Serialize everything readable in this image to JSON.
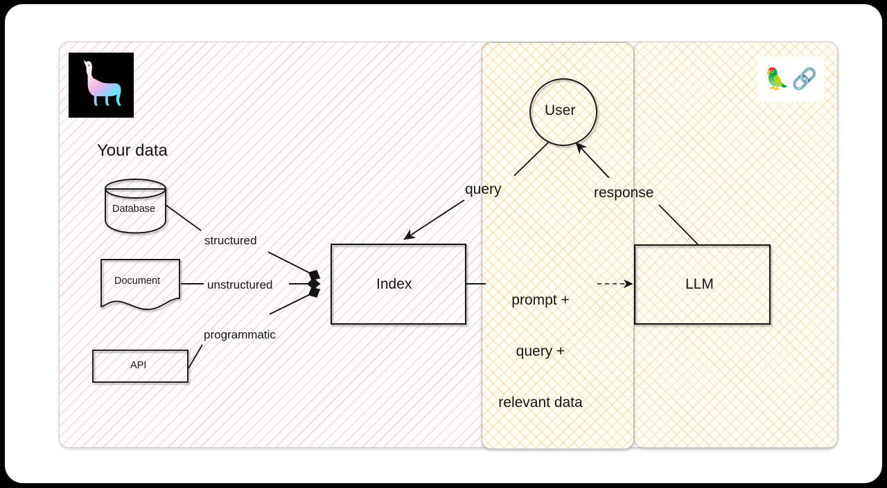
{
  "diagram": {
    "title_label": "Your data",
    "panels": [
      {
        "name": "left",
        "framework": "LlamaIndex",
        "logo_icon": "llama-logo-icon",
        "hatch_color": "#ebafaf",
        "bg": "#fefcfc"
      },
      {
        "name": "middle",
        "framework": "",
        "logo_icon": "",
        "hatch_color": "#e8c878",
        "bg": "#fffdf4"
      },
      {
        "name": "right",
        "framework": "LangChain",
        "logo_icon": "parrot-chain-logo-icon",
        "hatch_color": "#e8c878",
        "bg": "#fffdf5"
      }
    ],
    "logos": {
      "llamaindex": {
        "icon": "llama-logo-icon",
        "bg": "#000000"
      },
      "langchain": {
        "parrot": "🦜",
        "chain": "🔗",
        "bg": "#ffffff"
      }
    },
    "nodes": [
      {
        "id": "database",
        "label": "Database",
        "shape": "cylinder"
      },
      {
        "id": "document",
        "label": "Document",
        "shape": "document"
      },
      {
        "id": "api",
        "label": "API",
        "shape": "rectangle"
      },
      {
        "id": "index",
        "label": "Index",
        "shape": "rectangle"
      },
      {
        "id": "user",
        "label": "User",
        "shape": "circle"
      },
      {
        "id": "llm",
        "label": "LLM",
        "shape": "rectangle"
      }
    ],
    "edges": [
      {
        "from": "database",
        "to": "index",
        "label": "structured",
        "style": "solid",
        "arrow": "diamond-arrow"
      },
      {
        "from": "document",
        "to": "index",
        "label": "unstructured",
        "style": "solid",
        "arrow": "diamond-arrow"
      },
      {
        "from": "api",
        "to": "index",
        "label": "programmatic",
        "style": "solid",
        "arrow": "diamond-arrow"
      },
      {
        "from": "user",
        "to": "index",
        "label": "query",
        "style": "solid",
        "arrow": "open-arrow"
      },
      {
        "from": "index",
        "to": "llm",
        "label": "prompt +\nquery +\nrelevant data",
        "style": "dashed",
        "arrow": "open-arrow"
      },
      {
        "from": "llm",
        "to": "user",
        "label": "response",
        "style": "solid",
        "arrow": "open-arrow"
      }
    ],
    "edge_labels": {
      "structured": "structured",
      "unstructured": "unstructured",
      "programmatic": "programmatic",
      "query": "query",
      "response": "response",
      "prompt_line1": "prompt +",
      "prompt_line2": "query +",
      "prompt_line3": "relevant data"
    },
    "colors": {
      "stroke": "#151515",
      "panel_border": "#cfcfcf",
      "panel_border_active": "#b8b8b8",
      "canvas": "#ffffff",
      "frame": "#000000"
    }
  }
}
